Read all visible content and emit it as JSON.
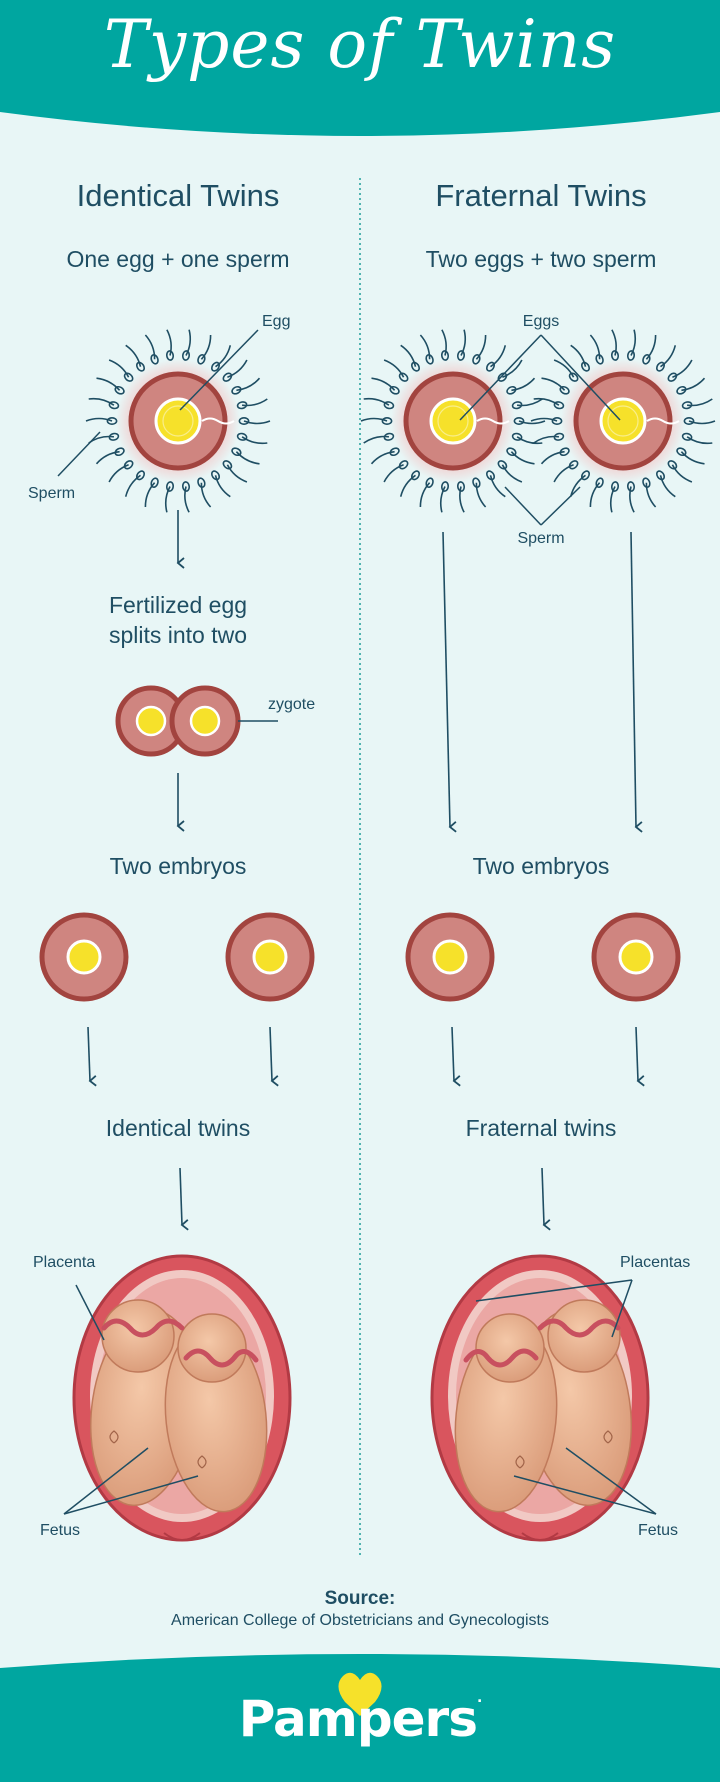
{
  "header": {
    "title": "Types of Twins"
  },
  "identical": {
    "heading": "Identical Twins",
    "subtitle": "One egg + one sperm",
    "egg_label": "Egg",
    "sperm_label": "Sperm",
    "split_line1": "Fertilized egg",
    "split_line2": "splits into two",
    "zygote_label": "zygote",
    "embryos_label": "Two embryos",
    "result_label": "Identical twins",
    "placenta_label": "Placenta",
    "fetus_label": "Fetus"
  },
  "fraternal": {
    "heading": "Fraternal Twins",
    "subtitle": "Two eggs + two sperm",
    "eggs_label": "Eggs",
    "sperm_label": "Sperm",
    "embryos_label": "Two embryos",
    "result_label": "Fraternal twins",
    "placentas_label": "Placentas",
    "fetus_label": "Fetus"
  },
  "source": {
    "title": "Source:",
    "text": "American College of Obstetricians and Gynecologists"
  },
  "footer": {
    "brand": "Pampers",
    "brand_mark": "."
  },
  "colors": {
    "teal": "#00a6a0",
    "background": "#e8f6f6",
    "navy": "#1f4e63",
    "cell_wall": "#a2443f",
    "cell_fill": "#cf8580",
    "yolk": "#f6e12a",
    "skin": "#e9b28f",
    "uterus": "#d9555e"
  }
}
